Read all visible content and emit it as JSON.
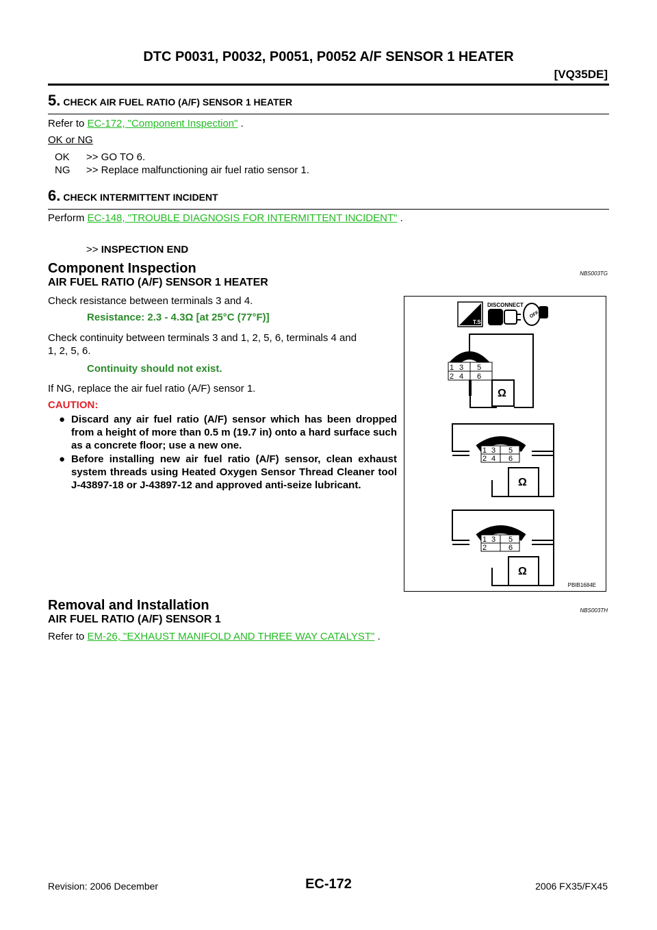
{
  "header": {
    "title": "DTC P0031, P0032, P0051, P0052 A/F SENSOR 1 HEATER",
    "model": "[VQ35DE]"
  },
  "step5": {
    "num": "5.",
    "heading": "CHECK AIR FUEL RATIO (A/F) SENSOR 1 HEATER",
    "refer_prefix": "Refer to ",
    "refer_link": "EC-172, \"Component Inspection\"",
    "refer_suffix": " .",
    "okng": "OK or NG",
    "ok_label": "OK",
    "ok_text": ">> GO TO 6.",
    "ng_label": "NG",
    "ng_text": ">> Replace malfunctioning air fuel ratio sensor 1."
  },
  "step6": {
    "num": "6.",
    "heading": "CHECK INTERMITTENT INCIDENT",
    "perform_prefix": "Perform ",
    "perform_link": "EC-148, \"TROUBLE DIAGNOSIS FOR INTERMITTENT INCIDENT\"",
    "perform_suffix": " .",
    "end_arrow": ">>",
    "end_text": "INSPECTION END"
  },
  "component": {
    "title": "Component Inspection",
    "code": "NBS003TG",
    "subtitle": "AIR FUEL RATIO (A/F) SENSOR 1 HEATER",
    "check1": "Check resistance between terminals 3 and 4.",
    "spec1": "Resistance: 2.3 - 4.3Ω [at 25°C (77°F)]",
    "check2a": "Check continuity between terminals 3 and 1, 2, 5, 6, terminals 4 and",
    "check2b": "1, 2, 5, 6.",
    "spec2": "Continuity should not exist.",
    "ifng": "If NG, replace the air fuel ratio (A/F) sensor 1.",
    "caution_head": "CAUTION:",
    "bullets": [
      "Discard any air fuel ratio (A/F) sensor which has been dropped from a height of more than 0.5 m (19.7 in) onto a hard surface such as a concrete floor; use a new one.",
      "Before installing new air fuel ratio (A/F) sensor, clean exhaust system threads using Heated Oxygen Sensor Thread Cleaner tool J-43897-18 or J-43897-12 and approved anti-seize lubricant."
    ]
  },
  "figure": {
    "disconnect": "DISCONNECT",
    "ts": "T.S.",
    "off": "OFF",
    "ohm": "Ω",
    "pins_top": [
      "1",
      "3",
      "5"
    ],
    "pins_bottom": [
      "2",
      "4",
      "6"
    ],
    "code": "PBIB1684E"
  },
  "removal": {
    "title": "Removal and Installation",
    "code": "NBS003TH",
    "subtitle": "AIR FUEL RATIO (A/F) SENSOR 1",
    "refer_prefix": "Refer to ",
    "refer_link": "EM-26, \"EXHAUST MANIFOLD AND THREE WAY CATALYST\"",
    "refer_suffix": " ."
  },
  "footer": {
    "revision": "Revision: 2006 December",
    "page": "EC-172",
    "model": "2006 FX35/FX45"
  }
}
